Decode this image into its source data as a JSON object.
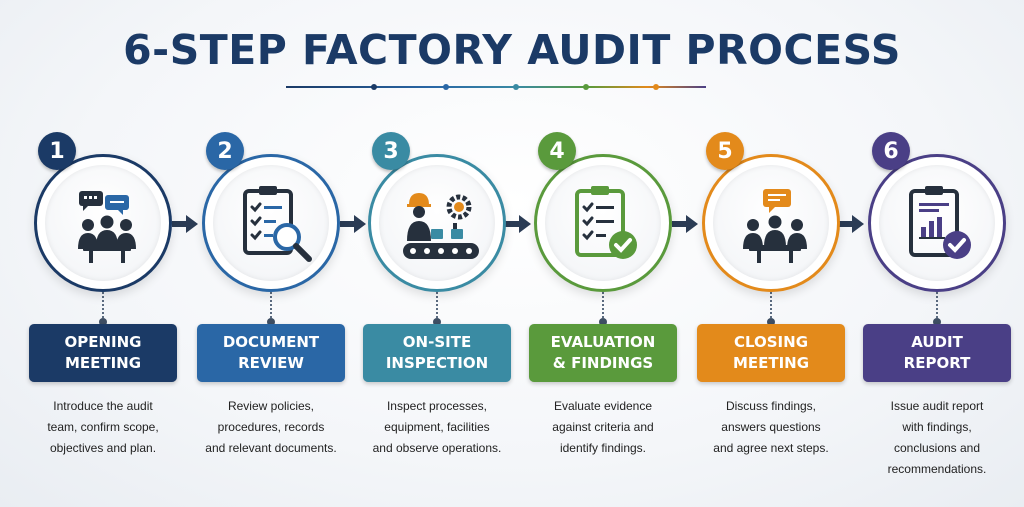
{
  "title": "6-STEP FACTORY AUDIT PROCESS",
  "colors": {
    "title": "#1b3a66",
    "arrow": "#2b3c55",
    "step1": "#1b3a66",
    "step2": "#2a67a6",
    "step3": "#3a8ba3",
    "step4": "#5a9a3c",
    "step5": "#e38a1b",
    "step6": "#4a3f86"
  },
  "steps": [
    {
      "number": "1",
      "icon": "meeting-icon",
      "label_line1": "OPENING",
      "label_line2": "MEETING",
      "desc_line1": "Introduce the audit",
      "desc_line2": "team, confirm scope,",
      "desc_line3": "objectives and plan.",
      "desc_line4": ""
    },
    {
      "number": "2",
      "icon": "document-review-icon",
      "label_line1": "DOCUMENT",
      "label_line2": "REVIEW",
      "desc_line1": "Review policies,",
      "desc_line2": "procedures, records",
      "desc_line3": "and relevant documents.",
      "desc_line4": ""
    },
    {
      "number": "3",
      "icon": "inspection-icon",
      "label_line1": "ON-SITE",
      "label_line2": "INSPECTION",
      "desc_line1": "Inspect processes,",
      "desc_line2": "equipment, facilities",
      "desc_line3": "and observe operations.",
      "desc_line4": ""
    },
    {
      "number": "4",
      "icon": "checklist-approved-icon",
      "label_line1": "EVALUATION",
      "label_line2": "& FINDINGS",
      "desc_line1": "Evaluate evidence",
      "desc_line2": "against criteria and",
      "desc_line3": "identify findings.",
      "desc_line4": ""
    },
    {
      "number": "5",
      "icon": "closing-meeting-icon",
      "label_line1": "CLOSING",
      "label_line2": "MEETING",
      "desc_line1": "Discuss findings,",
      "desc_line2": "answers questions",
      "desc_line3": "and agree next steps.",
      "desc_line4": ""
    },
    {
      "number": "6",
      "icon": "audit-report-icon",
      "label_line1": "AUDIT",
      "label_line2": "REPORT",
      "desc_line1": "Issue audit report",
      "desc_line2": "with findings,",
      "desc_line3": "conclusions and",
      "desc_line4": "recommendations."
    }
  ]
}
